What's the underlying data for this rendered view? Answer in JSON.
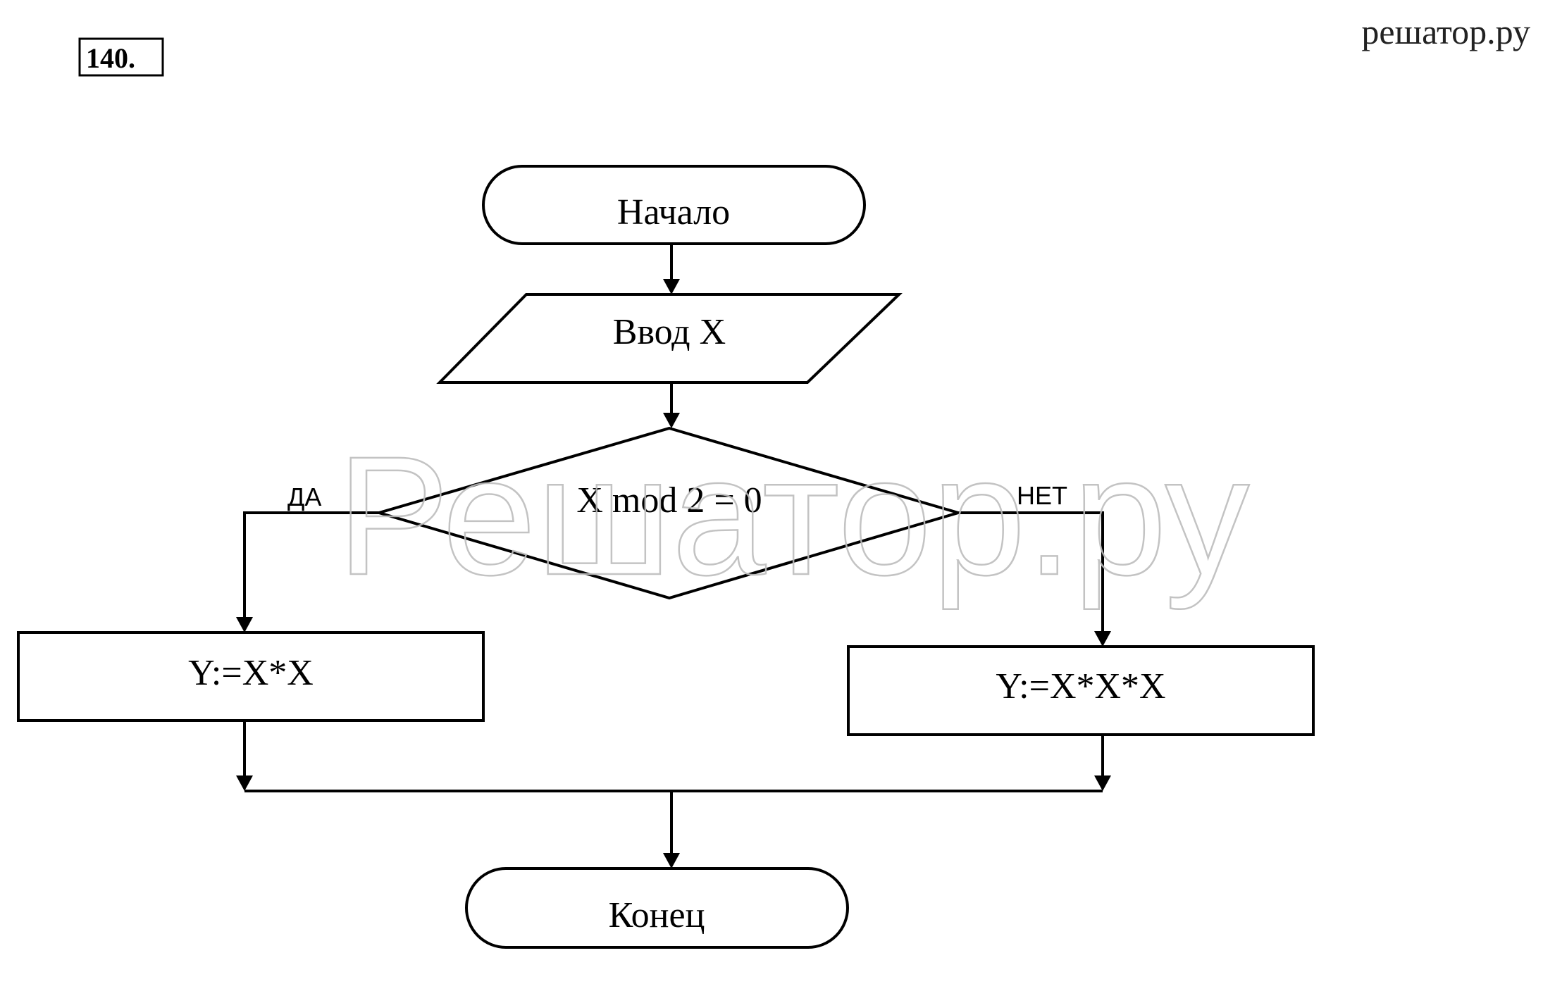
{
  "problem_number": "140.",
  "site_name": "решатор.ру",
  "watermark": "Решатор.ру",
  "flowchart": {
    "start": "Начало",
    "input": "Ввод X",
    "condition": "X mod 2 = 0",
    "branch_yes": "ДА",
    "branch_no": "НЕТ",
    "action_yes": "Y:=X*X",
    "action_no": "Y:=X*X*X",
    "end": "Конец"
  }
}
